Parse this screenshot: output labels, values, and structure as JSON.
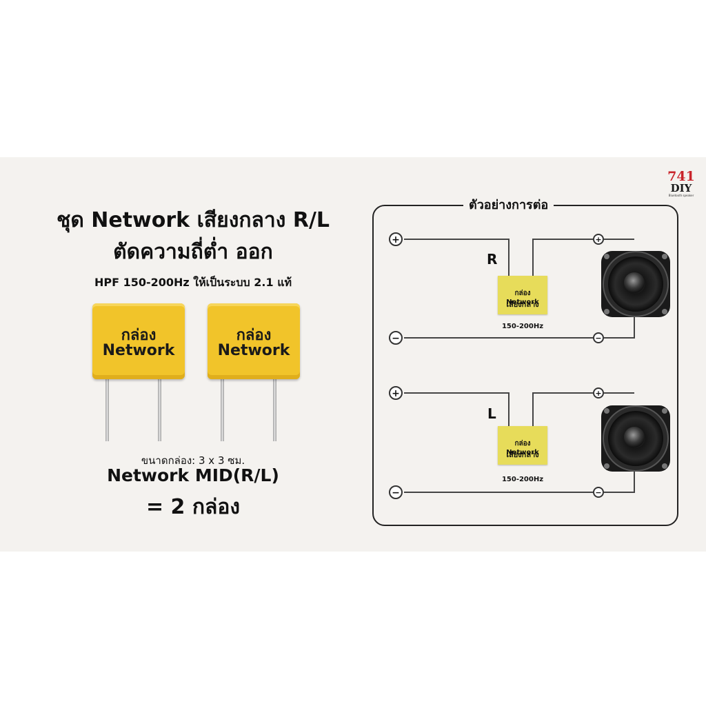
{
  "heading": {
    "line1": "ชุด Network เสียงกลาง R/L",
    "line2": "ตัดความถี่ต่ำ ออก",
    "subtitle": "HPF 150-200Hz ให้เป็นระบบ 2.1 แท้"
  },
  "product": {
    "box_label_1": "กล่อง",
    "box_label_2": "Network",
    "size_note": "ขนาดกล่อง: 3 x 3 ซม.",
    "model": "Network MID(R/L)",
    "quantity": "= 2 กล่อง"
  },
  "diagram": {
    "title": "ตัวอย่างการต่อ",
    "channels": [
      {
        "label": "R",
        "box_line1": "กล่อง Network",
        "box_line2": "เสียงกลาง",
        "freq": "150-200Hz",
        "plus": "+",
        "minus": "−"
      },
      {
        "label": "L",
        "box_line1": "กล่อง Network",
        "box_line2": "เสียงกลาง",
        "freq": "150-200Hz",
        "plus": "+",
        "minus": "−"
      }
    ]
  },
  "logo": {
    "number": "741",
    "brand": "DIY",
    "tagline": "Bluetooth speaker"
  },
  "colors": {
    "capacitor": "#f1c42a",
    "network_box": "#e7dc5a",
    "background_band": "#f4f2ef",
    "logo_red": "#c9242b"
  }
}
